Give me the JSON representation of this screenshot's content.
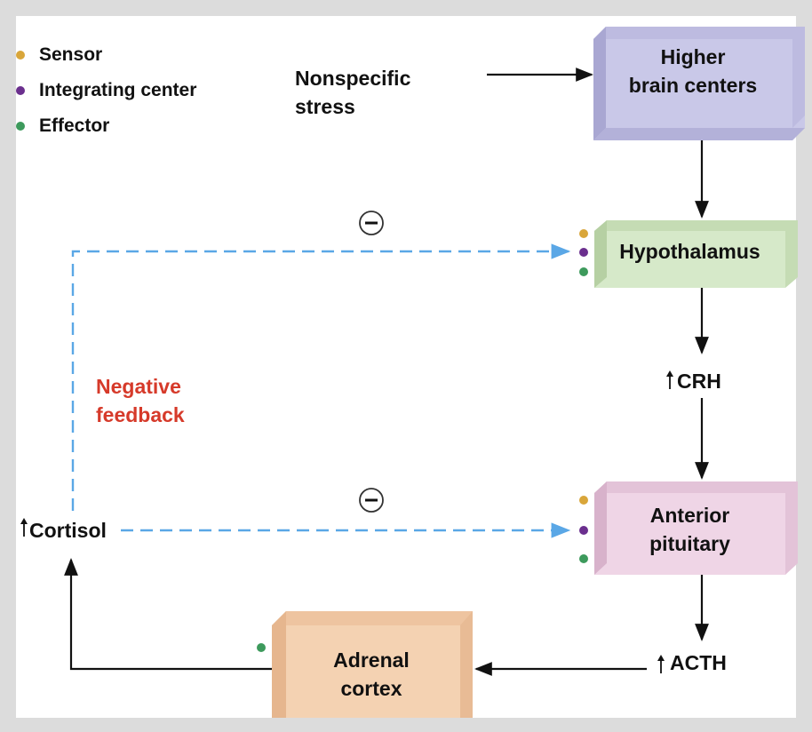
{
  "colors": {
    "sensor": "#d9a63a",
    "integrating_center": "#6b2f8e",
    "effector": "#3d9a5c",
    "feedback_line": "#5aa7e6",
    "negative_feedback_text": "#d63a2a",
    "higher_brain_box": "#c7c6e6",
    "hypothalamus_box": "#d5e8c8",
    "pituitary_box": "#eed3e4",
    "adrenal_box": "#f3cfaa"
  },
  "legend": [
    {
      "label": "Sensor",
      "color_key": "sensor"
    },
    {
      "label": "Integrating center",
      "color_key": "integrating_center"
    },
    {
      "label": "Effector",
      "color_key": "effector"
    }
  ],
  "nodes": {
    "nonspecific_stress": "Nonspecific\nstress",
    "higher_brain": "Higher\nbrain centers",
    "hypothalamus": "Hypothalamus",
    "crh": "CRH",
    "anterior_pituitary": "Anterior\npituitary",
    "acth": "ACTH",
    "adrenal_cortex": "Adrenal\ncortex",
    "cortisol": "Cortisol",
    "negative_feedback": "Negative\nfeedback",
    "minus_symbol": "−"
  },
  "icons": {
    "increase_arrow": "up-arrow-icon",
    "inhibit": "minus-circle-icon"
  }
}
